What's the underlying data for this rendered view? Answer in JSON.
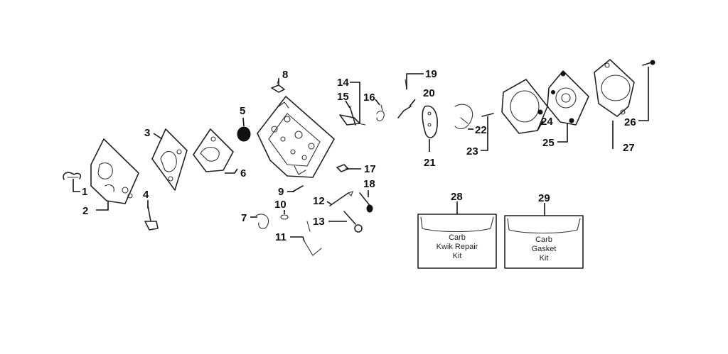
{
  "callouts": [
    "1",
    "2",
    "3",
    "4",
    "5",
    "6",
    "7",
    "8",
    "9",
    "10",
    "11",
    "12",
    "13",
    "14",
    "15",
    "16",
    "17",
    "18",
    "19",
    "20",
    "21",
    "22",
    "23",
    "24",
    "25",
    "26",
    "27",
    "28",
    "29"
  ],
  "kits": [
    {
      "number": "28",
      "lines": [
        "Carb",
        "Kwik Repair",
        "Kit"
      ]
    },
    {
      "number": "29",
      "lines": [
        "Carb",
        "Gasket",
        "Kit"
      ]
    }
  ]
}
